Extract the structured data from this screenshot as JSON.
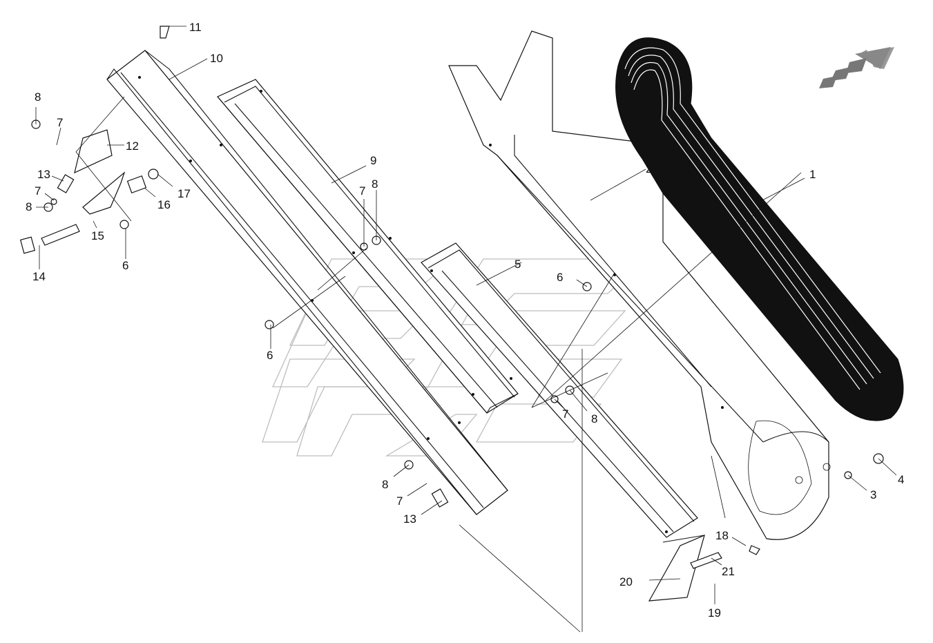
{
  "callouts": [
    {
      "id": "c1",
      "label": "1"
    },
    {
      "id": "c2",
      "label": "2"
    },
    {
      "id": "c3",
      "label": "3"
    },
    {
      "id": "c4",
      "label": "4"
    },
    {
      "id": "c5",
      "label": "5"
    },
    {
      "id": "c6a",
      "label": "6"
    },
    {
      "id": "c6b",
      "label": "6"
    },
    {
      "id": "c6c",
      "label": "6"
    },
    {
      "id": "c7a",
      "label": "7"
    },
    {
      "id": "c7b",
      "label": "7"
    },
    {
      "id": "c7c",
      "label": "7"
    },
    {
      "id": "c7d",
      "label": "7"
    },
    {
      "id": "c7e",
      "label": "7"
    },
    {
      "id": "c8a",
      "label": "8"
    },
    {
      "id": "c8b",
      "label": "8"
    },
    {
      "id": "c8c",
      "label": "8"
    },
    {
      "id": "c8d",
      "label": "8"
    },
    {
      "id": "c8e",
      "label": "8"
    },
    {
      "id": "c9",
      "label": "9"
    },
    {
      "id": "c10",
      "label": "10"
    },
    {
      "id": "c11",
      "label": "11"
    },
    {
      "id": "c12",
      "label": "12"
    },
    {
      "id": "c13a",
      "label": "13"
    },
    {
      "id": "c13b",
      "label": "13"
    },
    {
      "id": "c14",
      "label": "14"
    },
    {
      "id": "c15",
      "label": "15"
    },
    {
      "id": "c16",
      "label": "16"
    },
    {
      "id": "c17",
      "label": "17"
    },
    {
      "id": "c18",
      "label": "18"
    },
    {
      "id": "c19",
      "label": "19"
    },
    {
      "id": "c20",
      "label": "20"
    },
    {
      "id": "c21",
      "label": "21"
    }
  ]
}
